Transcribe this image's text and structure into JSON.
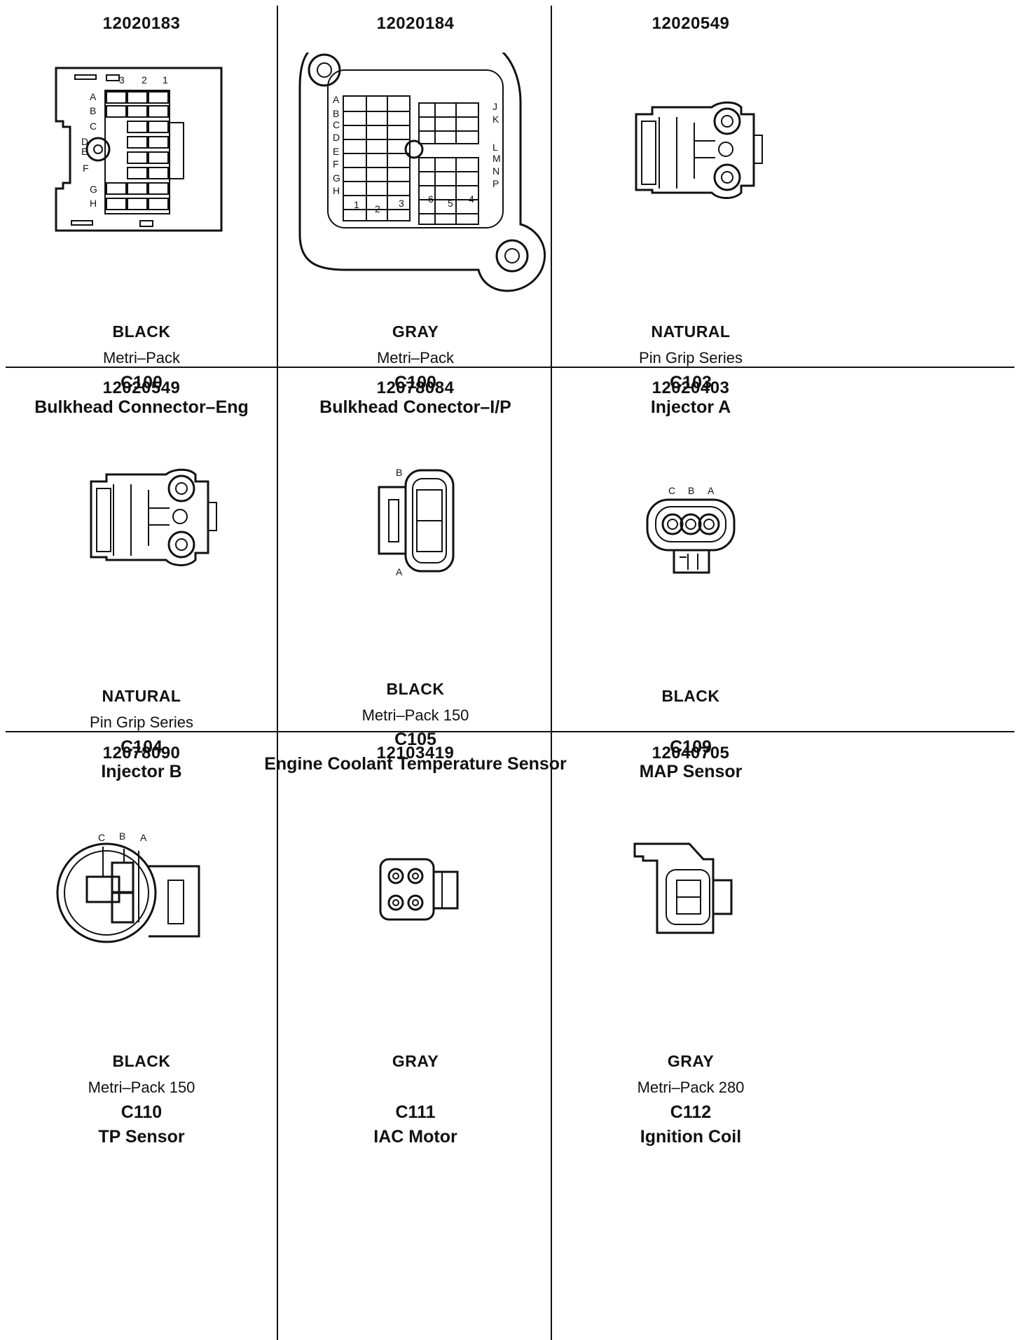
{
  "connectors": [
    {
      "part": "12020183",
      "color": "BLACK",
      "series": "Metri–Pack",
      "id": "C100",
      "name": "Bulkhead Connector–Eng",
      "icon": "bulkhead-connector-eng-icon"
    },
    {
      "part": "12020184",
      "color": "GRAY",
      "series": "Metri–Pack",
      "id": "C100",
      "name": "Bulkhead Conector–I/P",
      "icon": "bulkhead-connector-ip-icon"
    },
    {
      "part": "12020549",
      "color": "NATURAL",
      "series": "Pin Grip Series",
      "id": "C103",
      "name": "Injector A",
      "icon": "injector-connector-icon"
    },
    {
      "part": "12020549",
      "color": "NATURAL",
      "series": "Pin Grip Series",
      "id": "C104",
      "name": "Injector B",
      "icon": "injector-connector-icon"
    },
    {
      "part": "12078084",
      "color": "BLACK",
      "series": "Metri–Pack 150",
      "id": "C105",
      "name": "Engine Coolant Temperature Sensor",
      "icon": "ect-sensor-connector-icon"
    },
    {
      "part": "12020403",
      "color": "BLACK",
      "series": "",
      "id": "C109",
      "name": "MAP Sensor",
      "icon": "map-sensor-connector-icon"
    },
    {
      "part": "12078090",
      "color": "BLACK",
      "series": "Metri–Pack 150",
      "id": "C110",
      "name": "TP Sensor",
      "icon": "tp-sensor-connector-icon"
    },
    {
      "part": "12103419",
      "color": "GRAY",
      "series": "",
      "id": "C111",
      "name": "IAC Motor",
      "icon": "iac-motor-connector-icon"
    },
    {
      "part": "12040705",
      "color": "GRAY",
      "series": "Metri–Pack 280",
      "id": "C112",
      "name": "Ignition Coil",
      "icon": "ignition-coil-connector-icon"
    }
  ],
  "pin_labels": {
    "c100_eng_rows": [
      "A",
      "B",
      "C",
      "D",
      "E",
      "F",
      "G",
      "H"
    ],
    "c100_eng_cols": [
      "3",
      "2",
      "1"
    ],
    "c100_ip_left": [
      "A",
      "B",
      "C",
      "D",
      "E",
      "F",
      "G",
      "H"
    ],
    "c100_ip_right": [
      "J",
      "K",
      "L",
      "M",
      "N",
      "P"
    ],
    "c100_ip_bottom": [
      "1",
      "2",
      "3",
      "6",
      "5",
      "4"
    ],
    "c105": [
      "B",
      "A"
    ],
    "c109": [
      "C",
      "B",
      "A"
    ],
    "c110": [
      "C",
      "B",
      "A"
    ]
  }
}
